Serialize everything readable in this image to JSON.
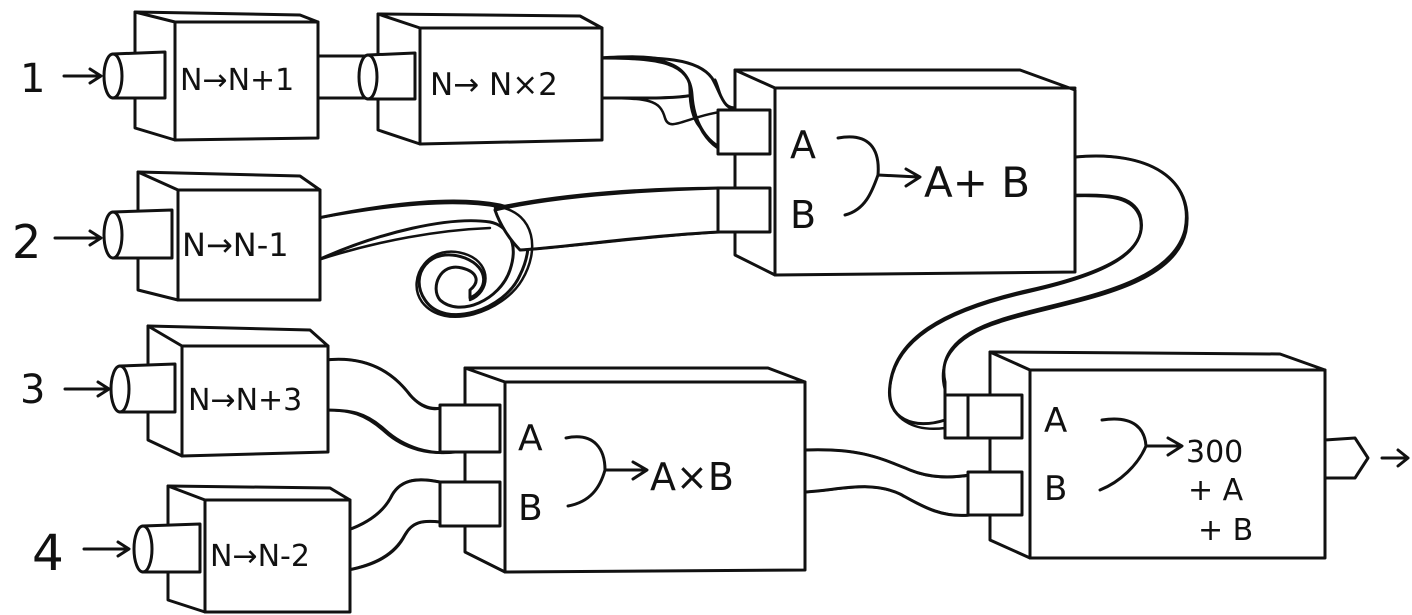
{
  "inputs": [
    "1",
    "2",
    "3",
    "4"
  ],
  "machines": {
    "m1": "N→N+1",
    "m2": "N→ N×2",
    "m3": "N→N-1",
    "m4": "N→N+3",
    "m5": "N→N-2"
  },
  "combiners": {
    "add": {
      "a": "A",
      "b": "B",
      "result": "A+ B"
    },
    "mul": {
      "a": "A",
      "b": "B",
      "result": "A×B"
    },
    "final": {
      "a": "A",
      "b": "B",
      "result_lines": [
        "300",
        "+ A",
        "+ B"
      ]
    }
  }
}
